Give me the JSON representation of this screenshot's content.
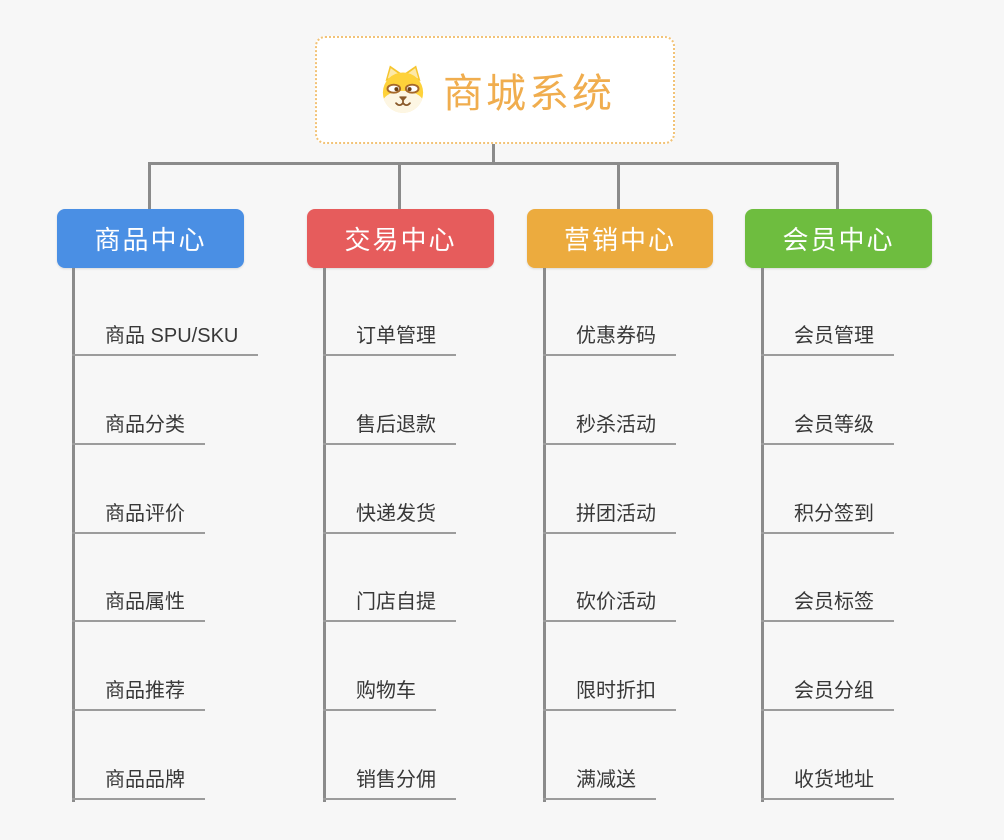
{
  "page": {
    "background_color": "#f7f7f7",
    "connector_color": "#8b8b8b",
    "underline_color": "#9c9c9c"
  },
  "root": {
    "title": "商城系统",
    "icon": "dog-face-icon",
    "title_color": "#f0ad4e",
    "border_color": "#f2c377",
    "background": "#ffffff"
  },
  "branches": [
    {
      "label": "商品中心",
      "color": "#4a8fe4",
      "items": [
        "商品 SPU/SKU",
        "商品分类",
        "商品评价",
        "商品属性",
        "商品推荐",
        "商品品牌"
      ]
    },
    {
      "label": "交易中心",
      "color": "#e65c5c",
      "items": [
        "订单管理",
        "售后退款",
        "快递发货",
        "门店自提",
        "购物车",
        "销售分佣"
      ]
    },
    {
      "label": "营销中心",
      "color": "#ecab3e",
      "items": [
        "优惠券码",
        "秒杀活动",
        "拼团活动",
        "砍价活动",
        "限时折扣",
        "满减送"
      ]
    },
    {
      "label": "会员中心",
      "color": "#6ebd3f",
      "items": [
        "会员管理",
        "会员等级",
        "积分签到",
        "会员标签",
        "会员分组",
        "收货地址"
      ]
    }
  ]
}
